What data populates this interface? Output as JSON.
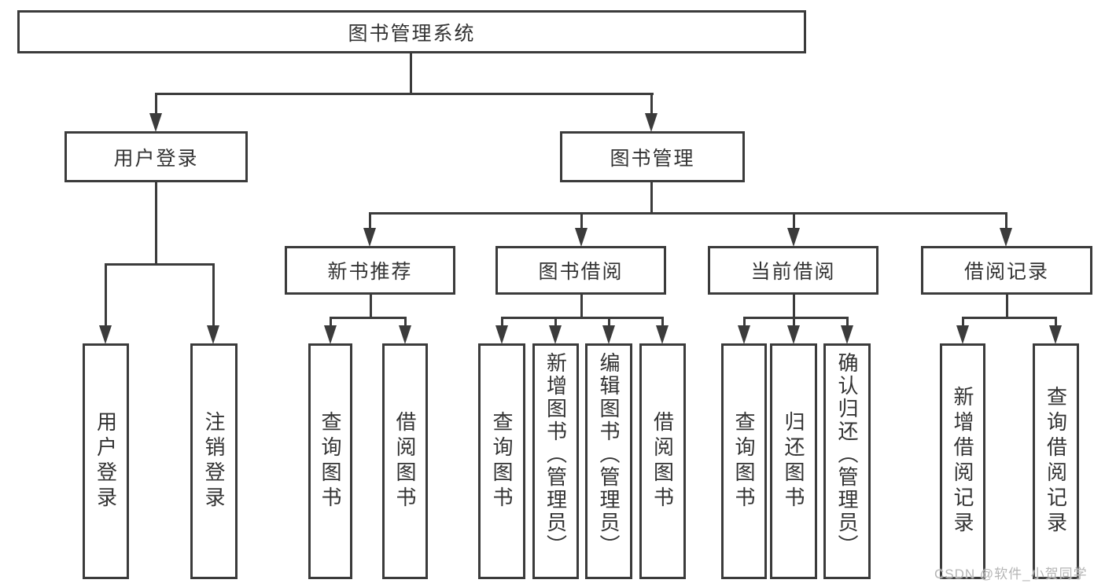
{
  "title": "图书管理系统",
  "nodes": {
    "user_login": {
      "label": "用户登录",
      "children": [
        "用户登录",
        "注销登录"
      ]
    },
    "book_mgmt": {
      "label": "图书管理"
    },
    "new_books": {
      "label": "新书推荐",
      "children": [
        "查询图书",
        "借阅图书"
      ]
    },
    "borrowing": {
      "label": "图书借阅",
      "children": [
        "查询图书",
        "新增图书（管理员）",
        "编辑图书（管理员）",
        "借阅图书"
      ]
    },
    "current": {
      "label": "当前借阅",
      "children": [
        "查询图书",
        "归还图书",
        "确认归还（管理员）"
      ]
    },
    "records": {
      "label": "借阅记录",
      "children": [
        "新增借阅记录",
        "查询借阅记录"
      ]
    }
  },
  "watermark": "CSDN @软件_小贺同学",
  "colors": {
    "line": "#3b3b3b",
    "text": "#333333",
    "watermark": "#b5b5b5"
  }
}
